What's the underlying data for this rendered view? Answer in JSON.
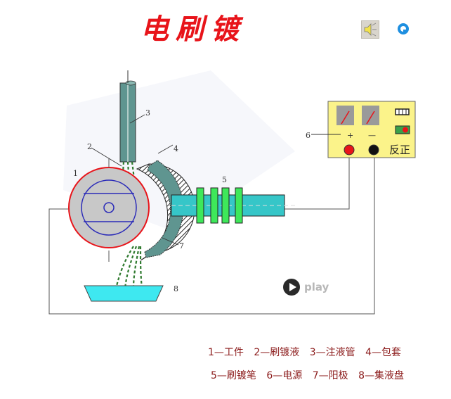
{
  "title": "电刷镀",
  "toolbar": {
    "sound_icon": "speaker-icon",
    "quicktime_icon": "quicktime-icon"
  },
  "diagram": {
    "labels": {
      "n1": "1",
      "n2": "2",
      "n3": "3",
      "n4": "4",
      "n5": "5",
      "n6": "6",
      "n7": "7",
      "n8": "8"
    },
    "power_supply": {
      "plus_sign": "+",
      "minus_sign": "—",
      "reverse_forward_label": "反正"
    },
    "colors": {
      "workpiece_outline": "#e8141a",
      "workpiece_fill": "#c8c8c8",
      "inner_lines": "#2a2ab8",
      "tube": "#5f9590",
      "pen_handle": "#36c6c8",
      "pen_bands": "#3ee85a",
      "tray": "#3ee8f0",
      "power_box": "#fbf38a",
      "solution_drops": "#2f7a2f"
    }
  },
  "play": {
    "label": "play"
  },
  "legend": {
    "row1": [
      "1—工件",
      "2—刷镀液",
      "3—注液管",
      "4—包套"
    ],
    "row2": [
      "5—刷镀笔",
      "6—电源",
      "7—阳极",
      "8—集液盘"
    ]
  }
}
